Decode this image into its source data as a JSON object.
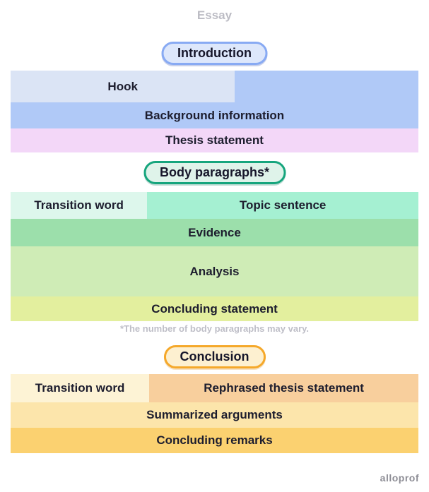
{
  "page": {
    "title": "Essay",
    "watermark": "alloprof"
  },
  "sections": {
    "introduction": {
      "pill": "Introduction",
      "rows": {
        "hook": "Hook",
        "background_information": "Background information",
        "thesis_statement": "Thesis statement"
      }
    },
    "body": {
      "pill": "Body paragraphs*",
      "rows": {
        "transition_word": "Transition word",
        "topic_sentence": "Topic sentence",
        "evidence": "Evidence",
        "analysis": "Analysis",
        "concluding_statement": "Concluding statement"
      },
      "footnote": "*The number of body paragraphs may vary."
    },
    "conclusion": {
      "pill": "Conclusion",
      "rows": {
        "transition_word": "Transition word",
        "rephrased_thesis_statement": "Rephrased thesis statement",
        "summarized_arguments": "Summarized arguments",
        "concluding_remarks": "Concluding remarks"
      }
    }
  },
  "colors": {
    "intro_pill_fill": "#dde7fb",
    "intro_pill_border": "#88aaf3",
    "hook": "#dbe4f5",
    "intro_blue": "#b0c9f7",
    "thesis": "#f3d7f8",
    "body_pill_fill": "#dff3ea",
    "body_pill_border": "#16a57d",
    "transition_mint": "#ddf7ec",
    "topic_sentence": "#a5f0d2",
    "evidence": "#9cdfab",
    "analysis": "#cfecb6",
    "concluding_statement": "#e3ef9e",
    "conclusion_pill_fill": "#fdf0d0",
    "conclusion_pill_border": "#f5a82a",
    "transition_cream": "#fdf3d5",
    "rephrased_thesis": "#f8cf9d",
    "summarized_arguments": "#fce5ab",
    "concluding_remarks": "#fbd170"
  }
}
